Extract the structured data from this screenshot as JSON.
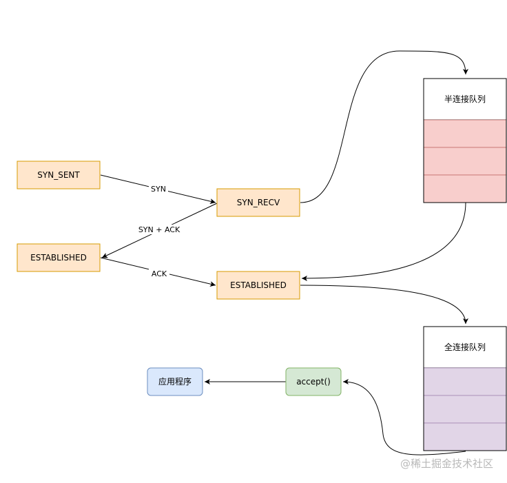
{
  "colors": {
    "state_fill": "#ffe6cc",
    "state_stroke": "#d79b00",
    "app_fill": "#dae8fc",
    "app_stroke": "#6c8ebf",
    "accept_fill": "#d5e8d4",
    "accept_stroke": "#82b366",
    "half_queue_cell_fill": "#f8cecc",
    "half_queue_cell_stroke": "#b85450",
    "full_queue_cell_fill": "#e1d5e7",
    "full_queue_cell_stroke": "#9673a6",
    "edge": "#000000",
    "watermark": "#b8b8b8"
  },
  "nodes": {
    "client_syn_sent": "SYN_SENT",
    "client_established": "ESTABLISHED",
    "server_syn_recv": "SYN_RECV",
    "server_established": "ESTABLISHED",
    "half_queue_title": "半连接队列",
    "full_queue_title": "全连接队列",
    "accept": "accept()",
    "application": "应用程序"
  },
  "edges": {
    "syn": "SYN",
    "syn_ack": "SYN + ACK",
    "ack": "ACK"
  },
  "watermark": "@稀土掘金技术社区"
}
